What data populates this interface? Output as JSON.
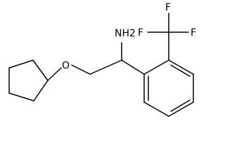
{
  "molecule": {
    "labels": {
      "amine": "NH2",
      "ether_oxygen": "O",
      "fluorine_1": "F",
      "fluorine_2": "F",
      "fluorine_3": "F"
    }
  }
}
